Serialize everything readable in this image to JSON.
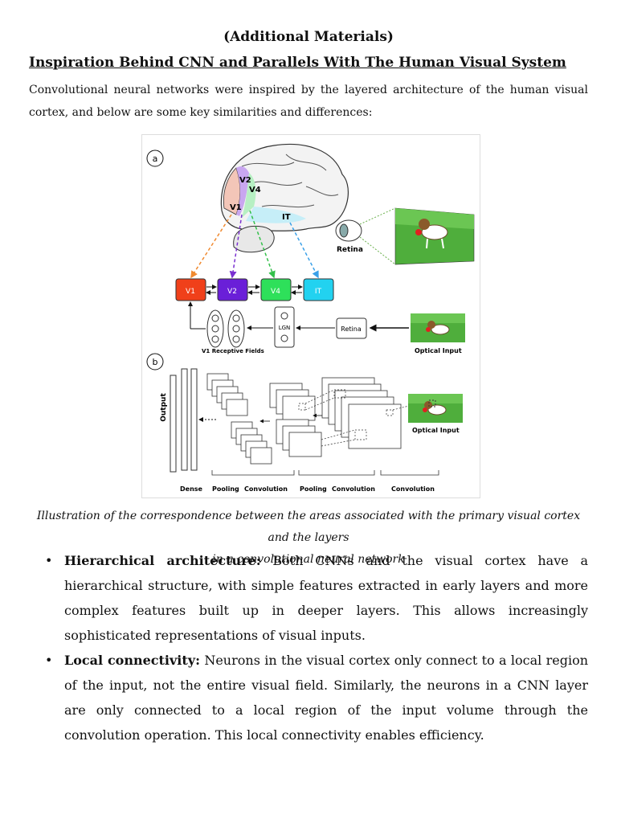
{
  "header": {
    "title": "(Additional Materials)",
    "section_heading": "Inspiration Behind CNN and Parallels With The Human Visual System"
  },
  "intro": "Convolutional neural networks were inspired by the layered architecture of the human visual cortex, and below are some key similarities and differences:",
  "figure": {
    "panel_a_label": "a",
    "panel_b_label": "b",
    "brain_labels": {
      "v1": "V1",
      "v2": "V2",
      "v4": "V4",
      "it": "IT"
    },
    "retina_label": "Retina",
    "boxes": {
      "v1": "V1",
      "v2": "V2",
      "v4": "V4",
      "it": "IT"
    },
    "v1_receptive_fields": "V1 Receptive Fields",
    "lgn": "LGN",
    "retina_box": "Retina",
    "optical_input_a": "Optical Input",
    "optical_input_b": "Optical Input",
    "output_label": "Output",
    "bottom_labels": {
      "dense": "Dense",
      "pooling1": "Pooling",
      "convolution1": "Convolution",
      "pooling2": "Pooling",
      "convolution2": "Convolution",
      "convolution3": "Convolution"
    },
    "colors": {
      "v1": "#f0401a",
      "v2": "#6a1fd8",
      "v4": "#2ee05a",
      "it": "#22d2f0",
      "v1_dash": "#f08a30",
      "v2_dash": "#7a30d0",
      "v4_dash": "#33c04a",
      "it_dash": "#3aa0e8"
    }
  },
  "caption": {
    "line1": "Illustration of the correspondence between the areas associated with the primary visual cortex and the layers",
    "line2": "in a convolutional neural network"
  },
  "bullets": [
    {
      "term": "Hierarchical architecture:",
      "text": " Both CNNs and the visual cortex have a hierarchical structure, with simple features extracted in early layers and more complex features built up in deeper layers. This allows increasingly sophisticated representations of visual inputs."
    },
    {
      "term": "Local connectivity:",
      "text": " Neurons in the visual cortex only connect to a local region of the input, not the entire visual field. Similarly, the neurons in a CNN layer are only connected to a local region of the input volume through the convolution operation. This local connectivity enables efficiency."
    }
  ],
  "bullet_symbol": "•"
}
